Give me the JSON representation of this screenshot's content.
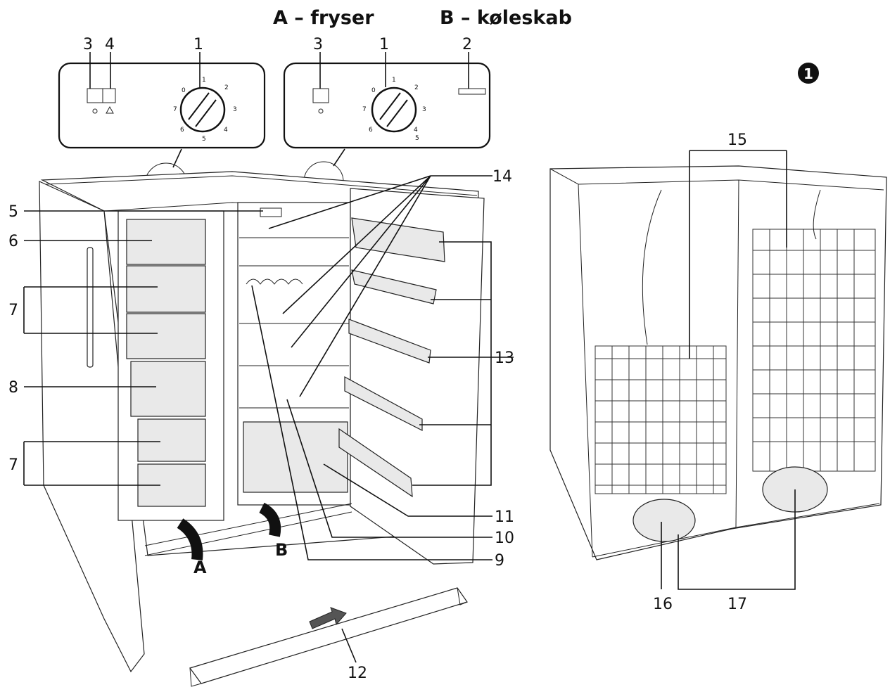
{
  "titles": {
    "freezer": "A – fryser",
    "fridge": "B – køleskab"
  },
  "figure_marker": "1",
  "panel_a": {
    "labels": {
      "switch_label": "3",
      "alarm_label": "4",
      "dial_label": "1"
    },
    "dial_numbers": [
      "0",
      "1",
      "2",
      "3",
      "4",
      "5",
      "6",
      "7"
    ]
  },
  "panel_b": {
    "labels": {
      "switch_label": "3",
      "dial_label": "1",
      "indicator_label": "2"
    },
    "dial_numbers": [
      "0",
      "1",
      "2",
      "3",
      "4",
      "5",
      "6",
      "7"
    ]
  },
  "callouts": {
    "c5": "5",
    "c6": "6",
    "c7a": "7",
    "c7b": "7",
    "c8": "8",
    "c9": "9",
    "c10": "10",
    "c11": "11",
    "c12": "12",
    "c13": "13",
    "c14": "14",
    "c15": "15",
    "c16": "16",
    "c17": "17"
  },
  "door_letters": {
    "a": "A",
    "b": "B"
  }
}
